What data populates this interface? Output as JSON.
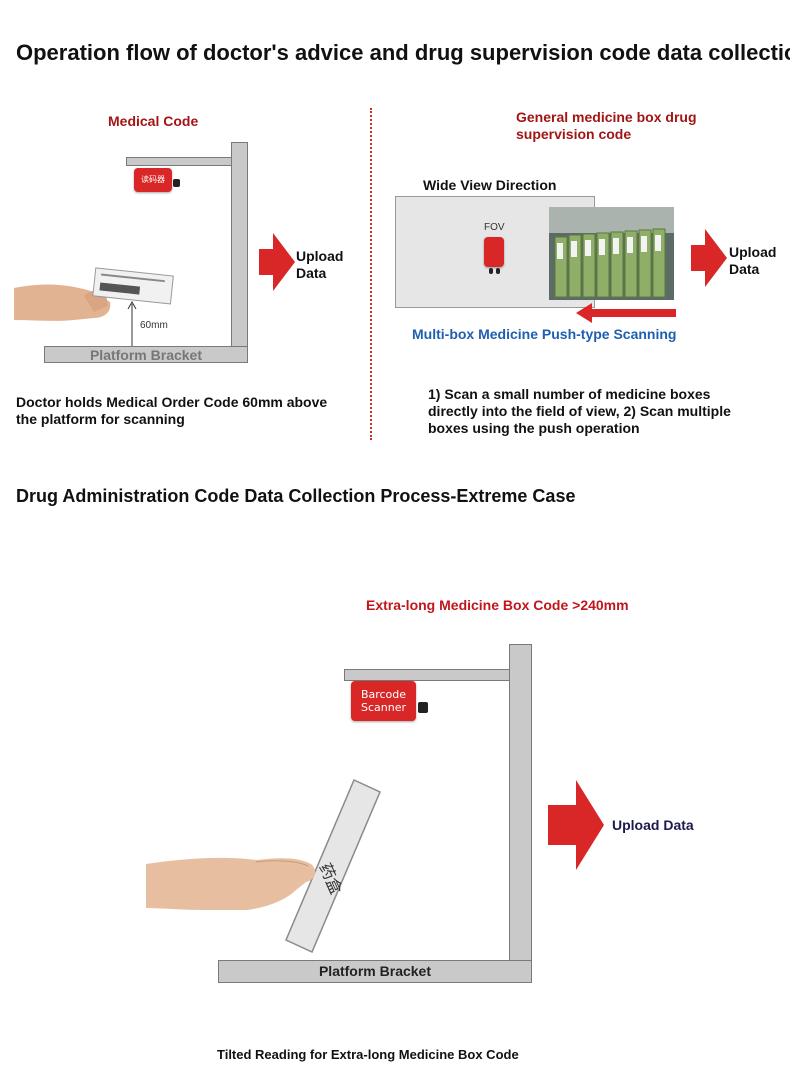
{
  "title": "Operation flow of doctor's advice and drug supervision code data collection",
  "section1": {
    "left": {
      "label": "Medical Code",
      "scanner_text": "读码器",
      "distance": "60mm",
      "bracket": "Platform Bracket",
      "upload": [
        "Upload",
        "Data"
      ],
      "caption": "Doctor holds Medical Order Code 60mm above the platform for scanning"
    },
    "right": {
      "label_line1": "General medicine box drug",
      "label_line2": "supervision code",
      "view_label": "Wide View Direction",
      "fov": "FOV",
      "push_label": "Multi-box Medicine Push-type Scanning",
      "upload": [
        "Upload",
        "Data"
      ],
      "caption_line1": "1) Scan a small number of medicine boxes",
      "caption_line2": "directly into the field of view, 2) Scan multiple",
      "caption_line3": "boxes using the push operation"
    }
  },
  "section2": {
    "title": "Drug Administration Code Data Collection Process-Extreme Case",
    "label": "Extra-long Medicine Box Code >240mm",
    "scanner_line1": "Barcode",
    "scanner_line2": "Scanner",
    "box_text": "药盒",
    "upload": "Upload Data",
    "bracket": "Platform Bracket",
    "caption": "Tilted Reading for Extra-long Medicine Box Code"
  },
  "colors": {
    "accent_red": "#d92626",
    "label_red": "#a31515",
    "label_blue": "#1f5fb0",
    "bracket_gray": "#c9c9c9"
  }
}
